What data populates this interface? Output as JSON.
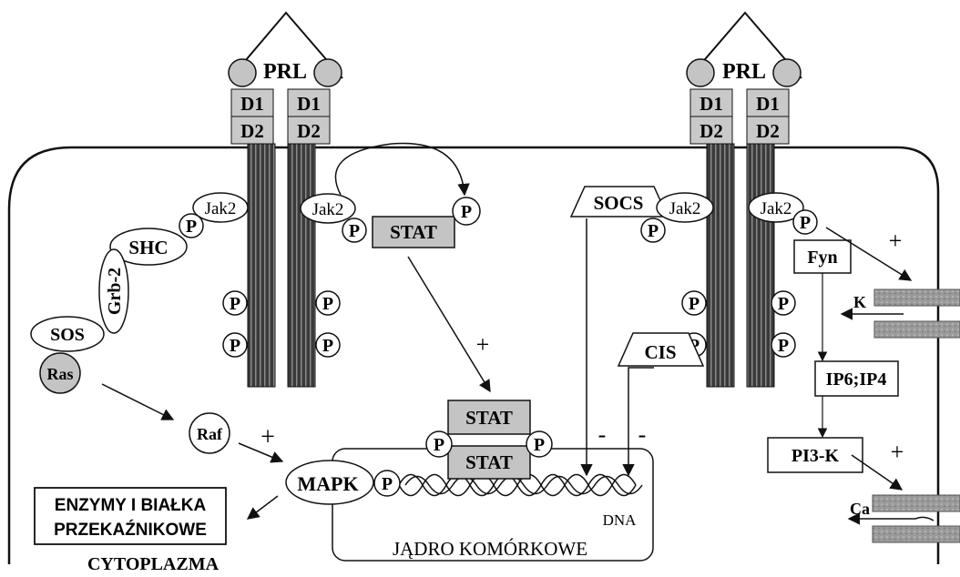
{
  "ligand": {
    "label": "PRL"
  },
  "receptor": {
    "d1": "D1",
    "d2": "D2"
  },
  "kinase": {
    "label": "Jak2"
  },
  "phospho": {
    "label": "P"
  },
  "left_pathway": {
    "shc": "SHC",
    "grb2": "Grb-2",
    "sos": "SOS",
    "ras": "Ras",
    "raf": "Raf",
    "mapk": "MAPK"
  },
  "stat_pathway": {
    "stat": "STAT"
  },
  "inhibitors": {
    "socs": "SOCS",
    "cis": "CIS"
  },
  "right_pathway": {
    "fyn": "Fyn",
    "ip": "IP6;IP4",
    "pi3k": "PI3-K"
  },
  "ions": {
    "k": "K",
    "ca": "Ca"
  },
  "signs": {
    "plus": "+",
    "minus": "-"
  },
  "nucleus": {
    "dna": "DNA",
    "label": "JĄDRO KOMÓRKOWE"
  },
  "output_box": {
    "line1": "ENZYMY I BIAŁKA",
    "line2": "PRZEKAŹNIKOWE"
  },
  "cytoplasm": {
    "label": "CYTOPLAZMA"
  }
}
